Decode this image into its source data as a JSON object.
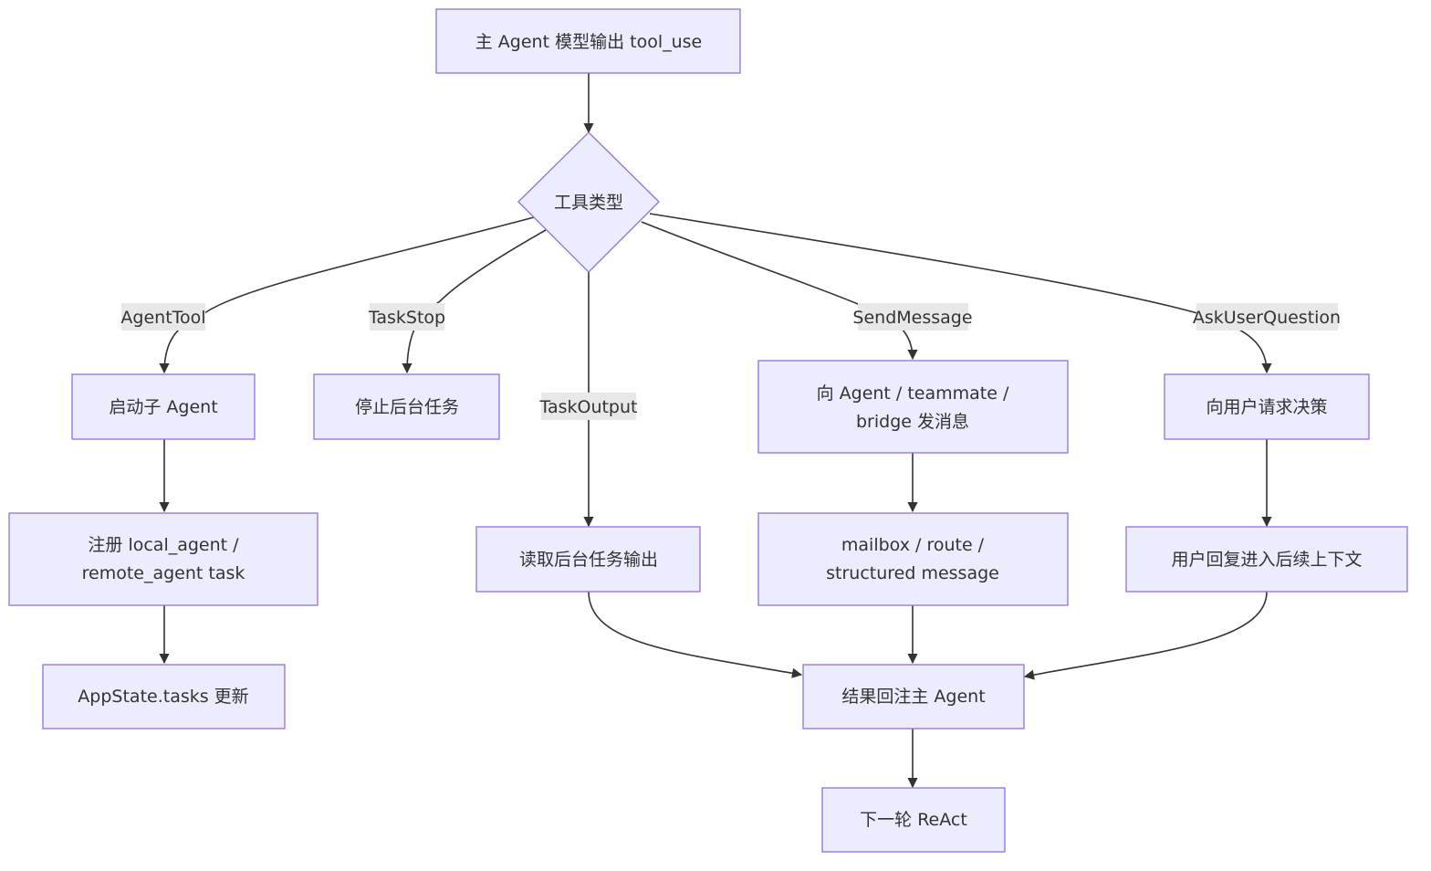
{
  "colors": {
    "node_fill": "#ECECFF",
    "node_border": "#9370DB",
    "edge": "#333333",
    "edge_label_bg": "#E8E8E8",
    "text": "#333333"
  },
  "nodes": {
    "main_output": "主 Agent 模型输出 tool_use",
    "tool_type": "工具类型",
    "start_sub_agent": "启动子 Agent",
    "stop_task": "停止后台任务",
    "send_message_line1": "向 Agent / teammate /",
    "send_message_line2": "bridge 发消息",
    "ask_user": "向用户请求决策",
    "register_task_line1": "注册 local_agent /",
    "register_task_line2": "remote_agent task",
    "read_output": "读取后台任务输出",
    "mailbox_line1": "mailbox / route /",
    "mailbox_line2": "structured message",
    "user_reply": "用户回复进入后续上下文",
    "appstate_update": "AppState.tasks 更新",
    "result_back": "结果回注主 Agent",
    "next_react": "下一轮 ReAct"
  },
  "edge_labels": {
    "agent_tool": "AgentTool",
    "task_stop": "TaskStop",
    "task_output": "TaskOutput",
    "send_message": "SendMessage",
    "ask_user_question": "AskUserQuestion"
  }
}
